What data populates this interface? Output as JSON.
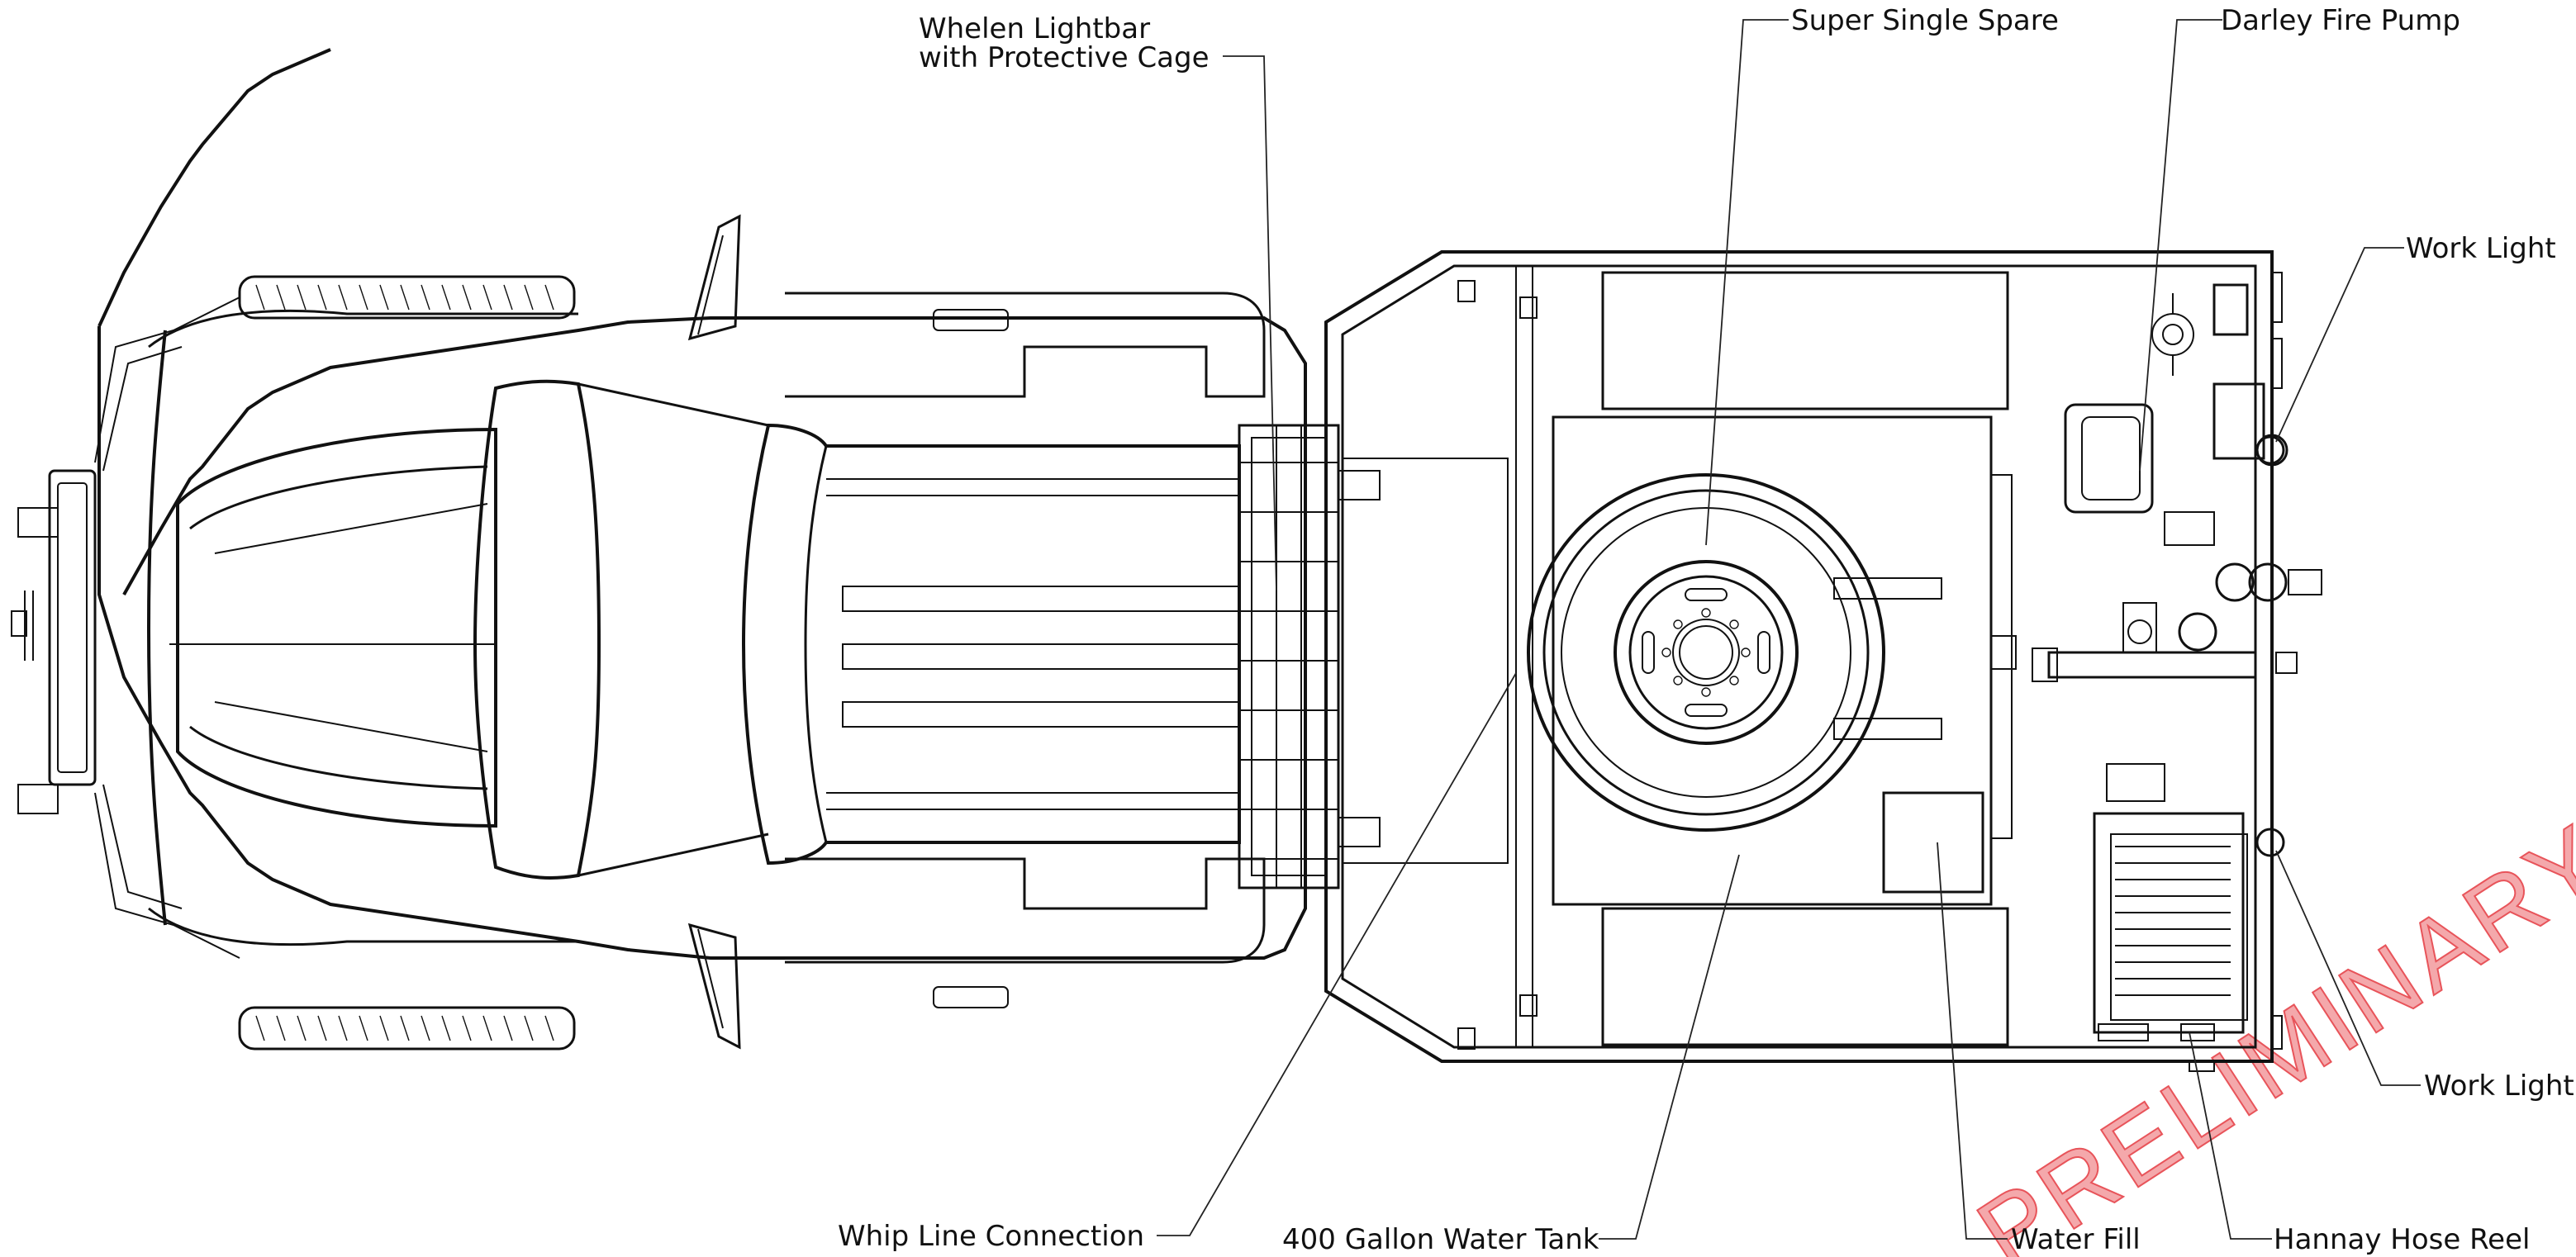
{
  "diagram": {
    "callouts": {
      "lightbar_line1": "Whelen Lightbar",
      "lightbar_line2": "with Protective Cage",
      "super_single_spare": "Super Single Spare",
      "darley_fire_pump": "Darley Fire Pump",
      "work_light_top": "Work Light",
      "work_light_bottom": "Work Light",
      "whip_line": "Whip Line Connection",
      "water_tank": "400 Gallon Water Tank",
      "water_fill": "Water Fill",
      "hose_reel": "Hannay Hose Reel"
    },
    "watermark": {
      "text": "PRELIMINARY",
      "color": "#e8545a"
    }
  }
}
